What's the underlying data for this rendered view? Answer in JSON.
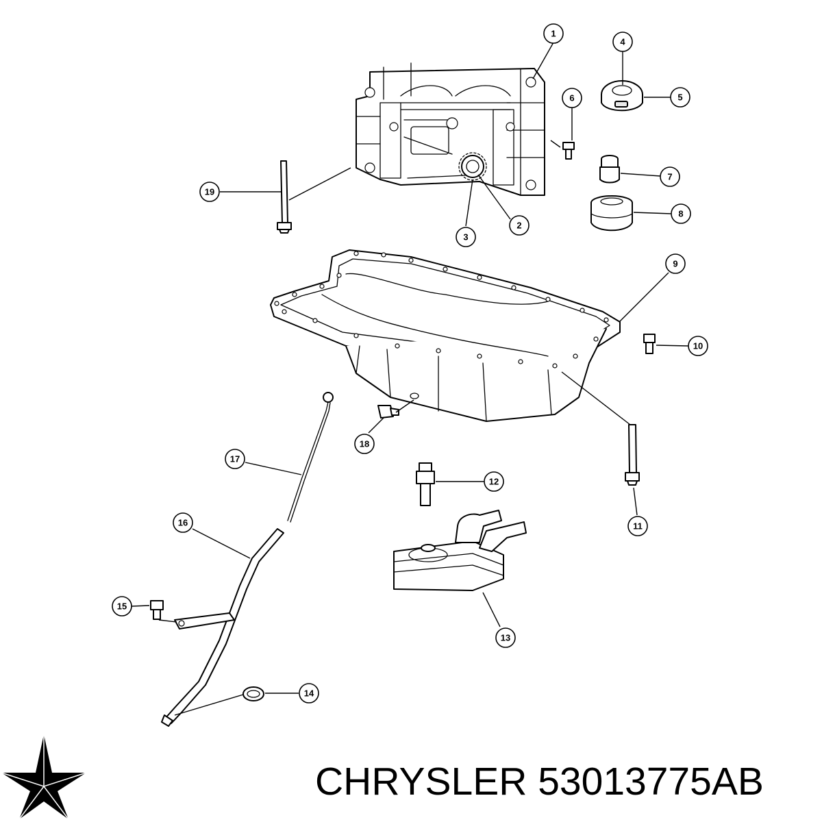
{
  "brand": {
    "logo": "pentastar-logo",
    "text": "CHRYSLER 53013775AB"
  },
  "callouts": [
    {
      "label": "1"
    },
    {
      "label": "2"
    },
    {
      "label": "3"
    },
    {
      "label": "4"
    },
    {
      "label": "5"
    },
    {
      "label": "6"
    },
    {
      "label": "7"
    },
    {
      "label": "8"
    },
    {
      "label": "9"
    },
    {
      "label": "10"
    },
    {
      "label": "11"
    },
    {
      "label": "12"
    },
    {
      "label": "13"
    },
    {
      "label": "14"
    },
    {
      "label": "15"
    },
    {
      "label": "16"
    },
    {
      "label": "17"
    },
    {
      "label": "18"
    },
    {
      "label": "19"
    }
  ],
  "colors": {
    "line": "#000000",
    "background": "#ffffff"
  }
}
